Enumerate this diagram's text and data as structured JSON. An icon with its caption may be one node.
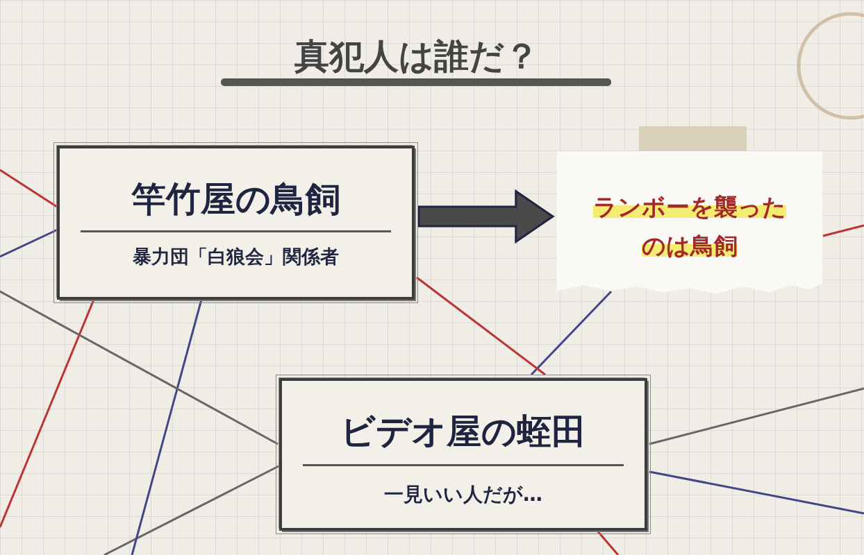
{
  "diagram": {
    "title": "真犯人は誰だ？",
    "nodes": [
      {
        "text": [
          "竿竹屋の鳥飼",
          "暴力団「白狼会」関係者"
        ]
      },
      {
        "text": [
          "ランボーを襲ったのは鳥飼"
        ]
      },
      {
        "text": [
          "ビデオ屋の蛭田",
          "一見いい人だが…"
        ]
      },
      {
        "text": [],
        "shape": "tape"
      }
    ],
    "edges": [
      {
        "from": 0,
        "to": 1,
        "arrow": "to",
        "style": "thick"
      }
    ]
  }
}
